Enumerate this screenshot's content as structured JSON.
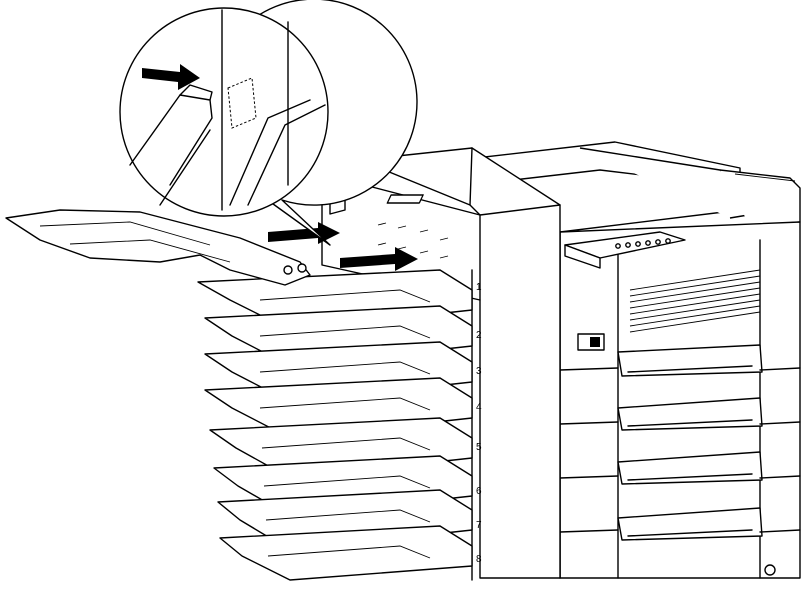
{
  "figure": {
    "tray_numbers": [
      "1",
      "2",
      "3",
      "4",
      "5",
      "6",
      "7",
      "8"
    ]
  },
  "icons": {
    "callout_arrow": "arrow-right-icon",
    "insert_arrow_upper": "arrow-right-icon",
    "insert_arrow_lower": "arrow-right-icon"
  }
}
